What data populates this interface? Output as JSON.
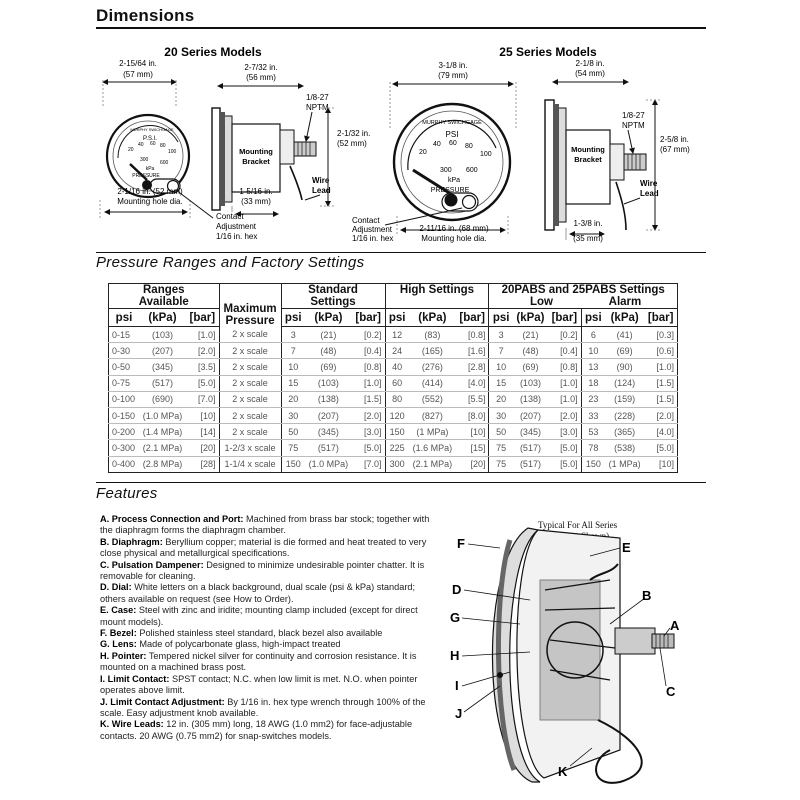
{
  "header": {
    "title": "Dimensions"
  },
  "dims20": {
    "title": "20 Series Models",
    "width_in": "2-15/64 in.",
    "width_mm": "(57 mm)",
    "depth_in": "2-7/32 in.",
    "depth_mm": "(56 mm)",
    "height_in": "2-1/32 in.",
    "height_mm": "(52 mm)",
    "nptm_a": "1/8-27",
    "nptm_b": "NPTM",
    "bracket_a": "Mounting",
    "bracket_b": "Bracket",
    "wire_a": "Wire",
    "wire_b": "Lead",
    "hole_a": "2-1/16 in. (52 mm)",
    "hole_b": "Mounting hole dia.",
    "bracket_depth_in": "1-5/16 in.",
    "bracket_depth_mm": "(33 mm)",
    "contact_a": "Contact",
    "contact_b": "Adjustment",
    "contact_c": "1/16 in. hex",
    "dial_brand": "MURPHY SWICHGAGE",
    "dial_psi": "P.S.I.",
    "dial_kpa": "kPa",
    "dial_pressure": "PRESSURE",
    "dial_nums": [
      "20",
      "40",
      "60",
      "80",
      "100"
    ],
    "dial_kpa_nums": [
      "300",
      "600"
    ]
  },
  "dims25": {
    "title": "25 Series Models",
    "width_in": "3-1/8 in.",
    "width_mm": "(79 mm)",
    "depth_in": "2-1/8 in.",
    "depth_mm": "(54 mm)",
    "height_in": "2-5/8 in.",
    "height_mm": "(67 mm)",
    "nptm_a": "1/8-27",
    "nptm_b": "NPTM",
    "bracket_a": "Mounting",
    "bracket_b": "Bracket",
    "wire_a": "Wire",
    "wire_b": "Lead",
    "hole_a": "2-11/16 in. (68 mm)",
    "hole_b": "Mounting hole dia.",
    "bracket_depth_in": "1-3/8 in.",
    "bracket_depth_mm": "(35 mm)",
    "contact_a": "Contact",
    "contact_b": "Adjustment",
    "contact_c": "1/16 in. hex",
    "dial_brand": "MURPHY SWICHGAGE",
    "dial_psi": "PSI",
    "dial_kpa": "kPa",
    "dial_pressure": "PRESSURE",
    "dial_nums": [
      "20",
      "40",
      "60",
      "80",
      "100"
    ],
    "dial_kpa_nums": [
      "300",
      "600"
    ]
  },
  "ranges_section": {
    "title": "Pressure Ranges and Factory Settings"
  },
  "table": {
    "h_ranges_a": "Ranges",
    "h_ranges_b": "Available",
    "h_max_a": "Maximum",
    "h_max_b": "Pressure",
    "h_std_a": "Standard",
    "h_std_b": "Settings",
    "h_high": "High Settings",
    "h_pabs": "20PABS and 25PABS Settings",
    "h_low": "Low",
    "h_alarm": "Alarm",
    "u_psi": "psi",
    "u_kpa": "(kPa)",
    "u_bar": "[bar]",
    "rows": [
      [
        "0-15",
        "(103)",
        "[1.0]",
        "2 x scale",
        "3",
        "(21)",
        "[0.2]",
        "12",
        "(83)",
        "[0.8]",
        "3",
        "(21)",
        "[0.2]",
        "6",
        "(41)",
        "[0.3]"
      ],
      [
        "0-30",
        "(207)",
        "[2.0]",
        "2 x scale",
        "7",
        "(48)",
        "[0.4]",
        "24",
        "(165)",
        "[1.6]",
        "7",
        "(48)",
        "[0.4]",
        "10",
        "(69)",
        "[0.6]"
      ],
      [
        "0-50",
        "(345)",
        "[3.5]",
        "2 x scale",
        "10",
        "(69)",
        "[0.8]",
        "40",
        "(276)",
        "[2.8]",
        "10",
        "(69)",
        "[0.8]",
        "13",
        "(90)",
        "[1.0]"
      ],
      [
        "0-75",
        "(517)",
        "[5.0]",
        "2 x scale",
        "15",
        "(103)",
        "[1.0]",
        "60",
        "(414)",
        "[4.0]",
        "15",
        "(103)",
        "[1.0]",
        "18",
        "(124)",
        "[1.5]"
      ],
      [
        "0-100",
        "(690)",
        "[7.0]",
        "2 x scale",
        "20",
        "(138)",
        "[1.5]",
        "80",
        "(552)",
        "[5.5]",
        "20",
        "(138)",
        "[1.0]",
        "23",
        "(159)",
        "[1.5]"
      ],
      [
        "0-150",
        "(1.0 MPa)",
        "[10]",
        "2 x scale",
        "30",
        "(207)",
        "[2.0]",
        "120",
        "(827)",
        "[8.0]",
        "30",
        "(207)",
        "[2.0]",
        "33",
        "(228)",
        "[2.0]"
      ],
      [
        "0-200",
        "(1.4 MPa)",
        "[14]",
        "2 x scale",
        "50",
        "(345)",
        "[3.0]",
        "150",
        "(1 MPa)",
        "[10]",
        "50",
        "(345)",
        "[3.0]",
        "53",
        "(365)",
        "[4.0]"
      ],
      [
        "0-300",
        "(2.1 MPa)",
        "[20]",
        "1-2/3 x scale",
        "75",
        "(517)",
        "[5.0]",
        "225",
        "(1.6 MPa)",
        "[15]",
        "75",
        "(517)",
        "[5.0]",
        "78",
        "(538)",
        "[5.0]"
      ],
      [
        "0-400",
        "(2.8 MPa)",
        "[28]",
        "1-1/4 x scale",
        "150",
        "(1.0 MPa)",
        "[7.0]",
        "300",
        "(2.1 MPa)",
        "[20]",
        "75",
        "(517)",
        "[5.0]",
        "150",
        "(1 MPa)",
        "[10]"
      ]
    ]
  },
  "features": {
    "title": "Features",
    "items": [
      {
        "label": "A. Process Connection and Port:",
        "text": " Machined from brass bar stock; together with the diaphragm forms the diaphragm chamber."
      },
      {
        "label": "B. Diaphragm:",
        "text": " Beryllium copper; material is die formed and heat treated to very close physical and metallurgical specifications."
      },
      {
        "label": "C. Pulsation Dampener:",
        "text": " Designed to minimize undesirable pointer chatter. It is removable for cleaning."
      },
      {
        "label": "D. Dial:",
        "text": " White letters on a black background, dual scale (psi & kPa) standard; others available on request (see How to Order)."
      },
      {
        "label": "E. Case:",
        "text": " Steel with zinc and iridite; mounting clamp included (except for direct mount models)."
      },
      {
        "label": "F. Bezel:",
        "text": " Polished stainless steel standard, black bezel also available"
      },
      {
        "label": "G. Lens:",
        "text": " Made of polycarbonate glass, high-impact treated"
      },
      {
        "label": "H. Pointer:",
        "text": " Tempered nickel silver for continuity and corrosion resistance. It is mounted on a machined brass post."
      },
      {
        "label": "I. Limit Contact:",
        "text": " SPST contact; N.C. when low limit is met. N.O. when pointer operates above limit."
      },
      {
        "label": "J. Limit Contact Adjustment:",
        "text": " By 1/16 in. hex type wrench through 100% of the scale. Easy adjustment knob available."
      },
      {
        "label": "K. Wire Leads:",
        "text": " 12 in. (305 mm) long, 18 AWG (1.0 mm2) for face-adjustable contacts. 20 AWG (0.75 mm2) for snap-switches models."
      }
    ]
  },
  "cutaway": {
    "caption_a": "Typical For All Series",
    "caption_b": "(25P Series Shown)",
    "labels": [
      "F",
      "E",
      "D",
      "B",
      "G",
      "A",
      "H",
      "C",
      "I",
      "J",
      "K"
    ]
  }
}
